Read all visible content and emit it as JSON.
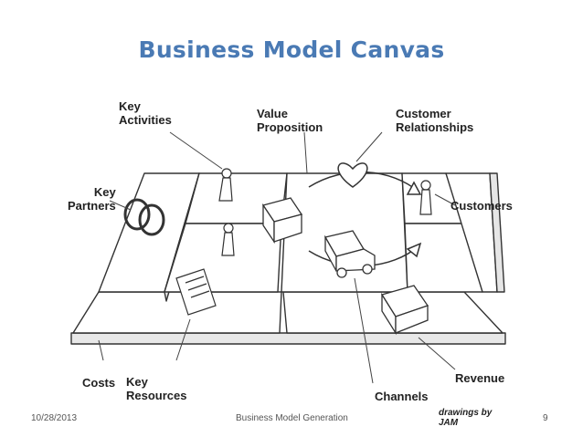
{
  "slide": {
    "title": "Business Model Canvas",
    "title_color": "#4a7ab4",
    "footer_date": "10/28/2013",
    "footer_center": "Business Model Generation",
    "page_number": "9"
  },
  "illustration": {
    "labels": {
      "key_activities": "Key\nActivities",
      "value_proposition": "Value\nProposition",
      "customer_relationships": "Customer\nRelationships",
      "key_partners": "Key\nPartners",
      "customers": "Customers",
      "costs": "Costs",
      "key_resources": "Key\nResources",
      "channels": "Channels",
      "revenue": "Revenue"
    },
    "credit": "drawings by JAM"
  }
}
